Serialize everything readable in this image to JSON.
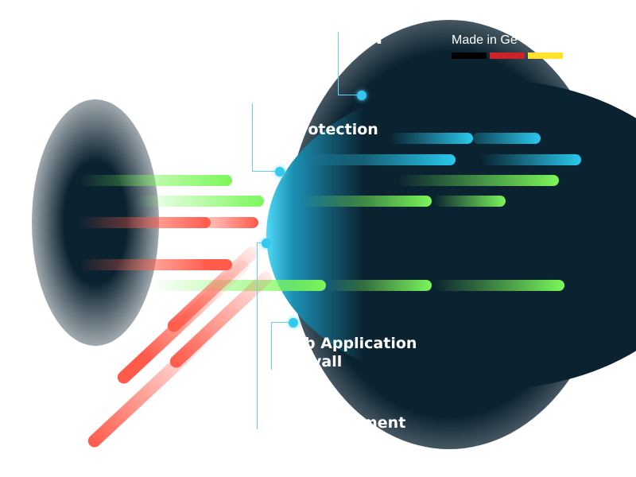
{
  "badge": {
    "text": "Made in Ge",
    "flag_colors": [
      "#000000",
      "#cc2229",
      "#ffe22b"
    ]
  },
  "labels": {
    "top": "N",
    "amp": "&",
    "protection": "rotection",
    "waf_line1": "b Application",
    "waf_line2": "vall",
    "bottom": "ment"
  },
  "colors": {
    "dark": "#0b2230",
    "cyan": "#29c9ee",
    "green": "#7bf75a",
    "red": "#ff5a4a"
  }
}
